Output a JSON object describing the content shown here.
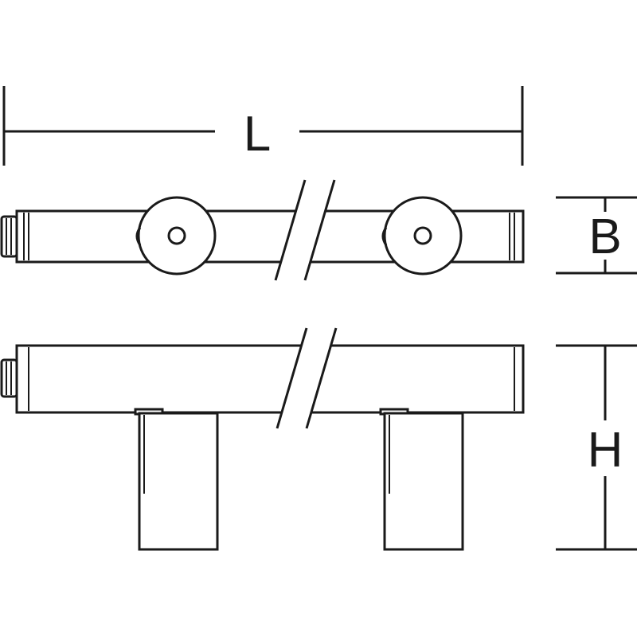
{
  "dimensions": {
    "length_label": "L",
    "depth_label": "B",
    "height_label": "H"
  },
  "colors": {
    "line": "#1a1a1a",
    "background": "#ffffff"
  }
}
